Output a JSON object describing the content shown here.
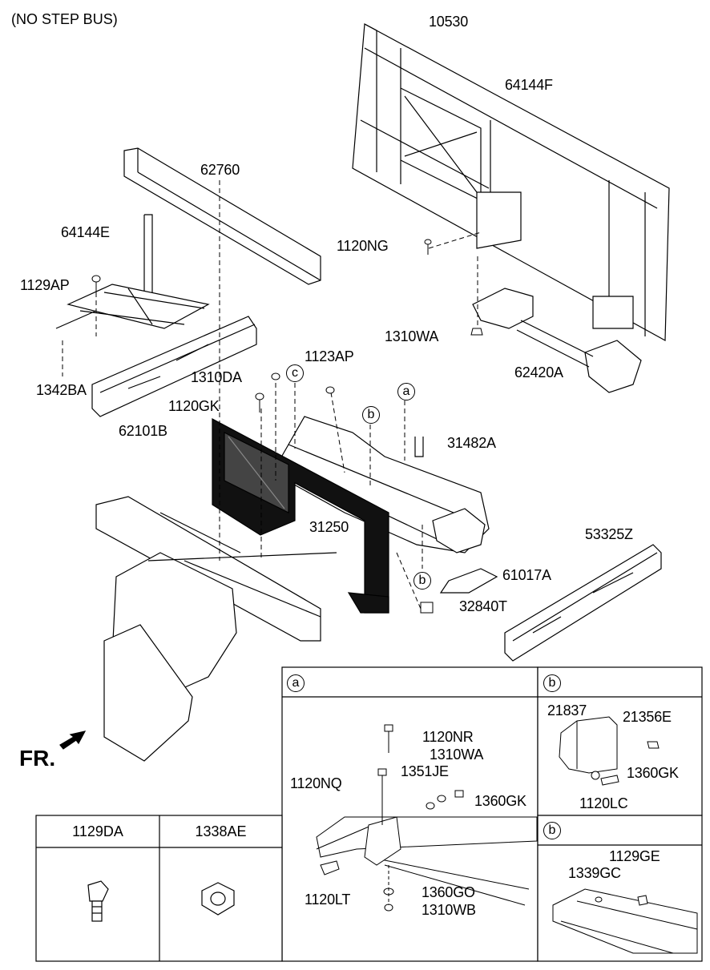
{
  "title": "(NO STEP BUS)",
  "direction": "FR.",
  "callouts": {
    "a_main": "a",
    "b_main": "b",
    "c_main": "c",
    "b_lower": "b",
    "detail_a": "a",
    "detail_b1": "b",
    "detail_b2": "b"
  },
  "parts": {
    "p10530": "10530",
    "p64144F": "64144F",
    "p62760": "62760",
    "p64144E": "64144E",
    "p1129AP": "1129AP",
    "p1120NG": "1120NG",
    "p1310WA": "1310WA",
    "p62420A": "62420A",
    "p1342BA": "1342BA",
    "p1310DA": "1310DA",
    "p1123AP": "1123AP",
    "p1120GK": "1120GK",
    "p62101B": "62101B",
    "p31482A": "31482A",
    "p31250": "31250",
    "p53325Z": "53325Z",
    "p61017A": "61017A",
    "p32840T": "32840T"
  },
  "detail_a": {
    "p1120NR": "1120NR",
    "p1310WA": "1310WA",
    "p1351JE": "1351JE",
    "p1120NQ": "1120NQ",
    "p1360GK": "1360GK",
    "p1120LT": "1120LT",
    "p1360GO": "1360GO",
    "p1310WB": "1310WB"
  },
  "detail_b1": {
    "p21837": "21837",
    "p21356E": "21356E",
    "p1360GK": "1360GK",
    "p1120LC": "1120LC"
  },
  "detail_b2": {
    "p1129GE": "1129GE",
    "p1339GC": "1339GC"
  },
  "table": {
    "col1": "1129DA",
    "col2": "1338AE"
  }
}
